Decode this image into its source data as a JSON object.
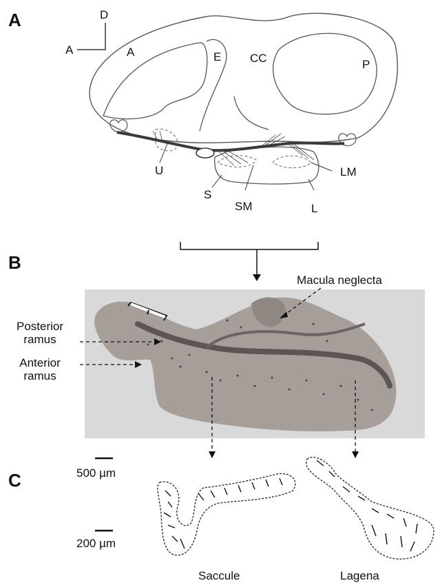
{
  "panels": {
    "a": {
      "letter": "A",
      "orientation": {
        "dorsal": "D",
        "anterior": "A"
      },
      "labels": {
        "anterior_canal": "A",
        "endolymphatic": "E",
        "crus_commune": "CC",
        "posterior_canal": "P",
        "utricle": "U",
        "saccule": "S",
        "saccular_macula": "SM",
        "lagena": "L",
        "lagenar_macula": "LM"
      }
    },
    "b": {
      "letter": "B",
      "macula_neglecta": "Macula neglecta",
      "posterior_ramus": [
        "Posterior",
        "ramus"
      ],
      "anterior_ramus": [
        "Anterior",
        "ramus"
      ],
      "scale_bar": "500 µm"
    },
    "c": {
      "letter": "C",
      "scale_bar": "200 µm",
      "saccule": "Saccule",
      "lagena": "Lagena"
    }
  },
  "colors": {
    "ink": "#111111",
    "photo_background": "#d9d9d9",
    "tissue": "#a59e99",
    "nerve": "#5d5552"
  }
}
